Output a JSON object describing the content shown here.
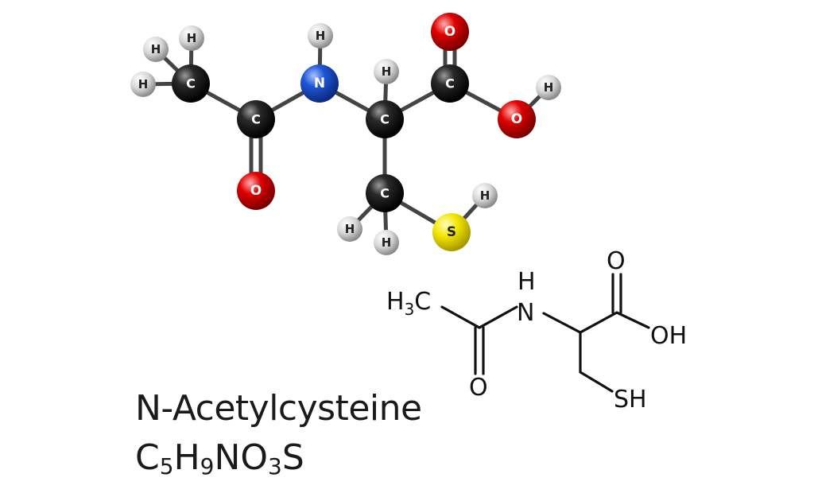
{
  "compound": {
    "name": "N-Acetylcysteine",
    "formula_parts": [
      {
        "t": "C",
        "sub": false
      },
      {
        "t": "5",
        "sub": true
      },
      {
        "t": "H",
        "sub": false
      },
      {
        "t": "9",
        "sub": true
      },
      {
        "t": "NO",
        "sub": false
      },
      {
        "t": "3",
        "sub": true
      },
      {
        "t": "S",
        "sub": false
      }
    ]
  },
  "ball_model": {
    "colors": {
      "C": "#111111",
      "H": "#d9d9d9",
      "N": "#1f56d6",
      "O": "#e00000",
      "S": "#f2e600"
    },
    "atom_labels": {
      "C": "C",
      "H": "H",
      "N": "N",
      "O": "O",
      "S": "S"
    }
  },
  "skeletal": {
    "labels": {
      "ch3_h": "H",
      "ch3_sub": "3",
      "ch3_c": "C",
      "nh_h": "H",
      "nh_n": "N",
      "carbonyl_o_left": "O",
      "carbonyl_o_right": "O",
      "oh": "OH",
      "sh": "SH"
    }
  }
}
